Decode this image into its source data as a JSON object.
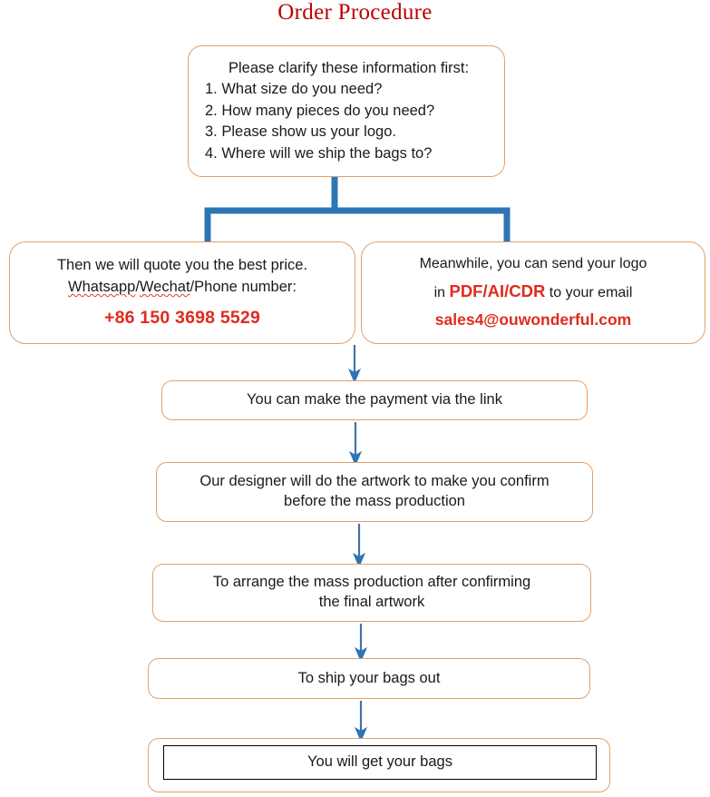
{
  "page": {
    "title": "Order Procedure",
    "title_color": "#C00000",
    "box_border_color": "#E3A06A",
    "connector_color": "#2E75B6",
    "accent_red": "#E02B1D"
  },
  "nodes": {
    "clarify": {
      "heading": "Please clarify these information first:",
      "items": [
        "1. What size do you need?",
        "2. How many pieces do you need?",
        "3. Please show us your logo.",
        "4. Where will we ship the bags to?"
      ]
    },
    "quote": {
      "line1": "Then we will quote you the best price.",
      "line2_a": "Whatsapp",
      "line2_sep1": "/",
      "line2_b": "Wechat",
      "line2_c": "/Phone number:",
      "phone": "+86 150 3698 5529"
    },
    "logo": {
      "line1": "Meanwhile, you can send your logo",
      "line2_pre": "in ",
      "line2_formats": "PDF/AI/CDR",
      "line2_post": " to your email",
      "email": "sales4@ouwonderful.com"
    },
    "payment": {
      "text": "You can make the payment via the link"
    },
    "designer": {
      "line1": "Our designer will do the artwork to make you confirm",
      "line2": "before the mass production"
    },
    "arrange": {
      "line1": "To arrange the mass production after confirming",
      "line2": "the final artwork"
    },
    "ship": {
      "text": "To ship your bags out"
    },
    "final": {
      "text": "You will get your bags"
    }
  }
}
